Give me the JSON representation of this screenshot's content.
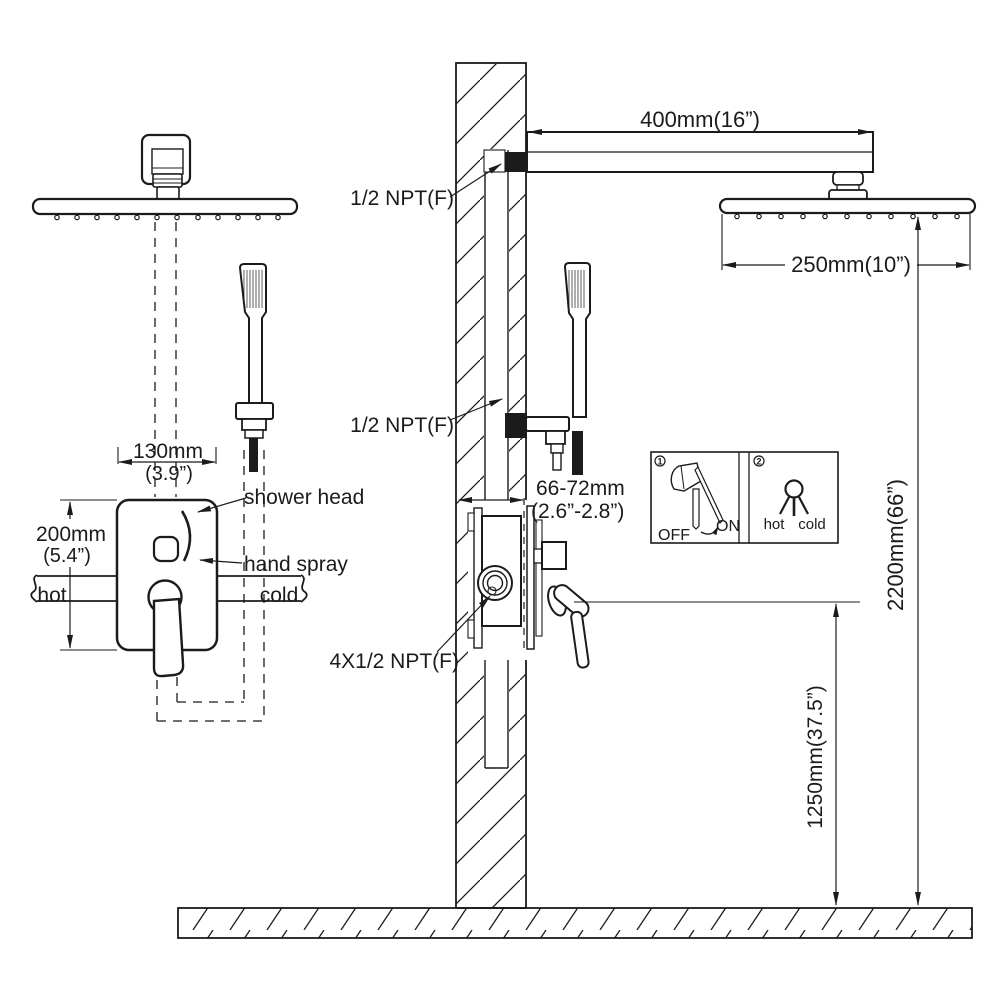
{
  "colors": {
    "ink": "#1b1b1b",
    "paper": "#ffffff"
  },
  "figure": {
    "dimensions": {
      "arm_length": "400mm(16”)",
      "head_width": "250mm(10”)",
      "total_height": "2200mm(66”)",
      "valve_height": "1250mm(37.5”)",
      "trim_width_mm": "130mm",
      "trim_width_in": "(3.9”)",
      "trim_height_mm": "200mm",
      "trim_height_in": "(5.4”)",
      "wall_depth_mm": "66-72mm",
      "wall_depth_in": "(2.6”-2.8”)"
    },
    "connections": {
      "arm_thread": "1/2 NPT(F)",
      "spray_thread": "1/2 NPT(F)",
      "valve_threads": "4X1/2 NPT(F)"
    },
    "trim_labels": {
      "shower_head": "shower head",
      "hand_spray": "hand spray",
      "hot": "hot",
      "cold": "cold"
    },
    "inset": {
      "step1": "1",
      "step2": "2",
      "off": "OFF",
      "on": "ON",
      "hot": "hot",
      "cold": "cold"
    }
  }
}
